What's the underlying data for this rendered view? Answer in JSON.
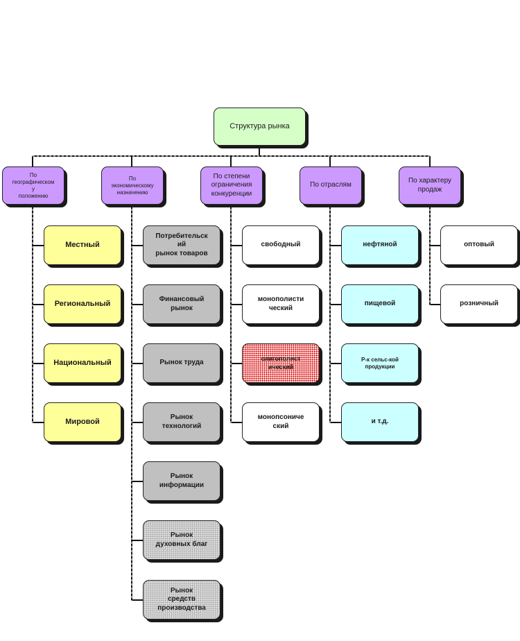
{
  "root": {
    "label": "Структура рынка"
  },
  "categories": [
    {
      "label": "По\nгеографическом\nу\nположению",
      "items": [
        "Местный",
        "Региональный",
        "Национальный",
        "Мировой"
      ]
    },
    {
      "label": "По\nэкономическому\nназначению",
      "items": [
        "Потребительск\nий\nрынок товаров",
        "Финансовый\nрынок",
        "Рынок труда",
        "Рынок\nтехнологий",
        "Рынок\nинформации",
        "Рынок\nдуховных благ",
        "Рынок\nсредств\nпроизводства"
      ]
    },
    {
      "label": "По степени\nограничения\nконкуренции",
      "items": [
        "свободный",
        "монополисти\nческий",
        "олигополист\nический",
        "монопсониче\nский"
      ]
    },
    {
      "label": "По отраслям",
      "items": [
        "нефтяной",
        "пищевой",
        "Р-к сельс-кой\nпродукции",
        "и т.д."
      ]
    },
    {
      "label": "По характеру\nпродаж",
      "items": [
        "оптовый",
        "розничный"
      ]
    }
  ],
  "colors": {
    "root": "#d6ffc8",
    "category": "#cc99ff",
    "geography_items": "#ffff99",
    "economic_items": "#c0c0c0",
    "competition_items": "#ffffff",
    "competition_highlight": "#ff9999",
    "industry_items": "#ccffff",
    "sales_items": "#ffffff"
  }
}
